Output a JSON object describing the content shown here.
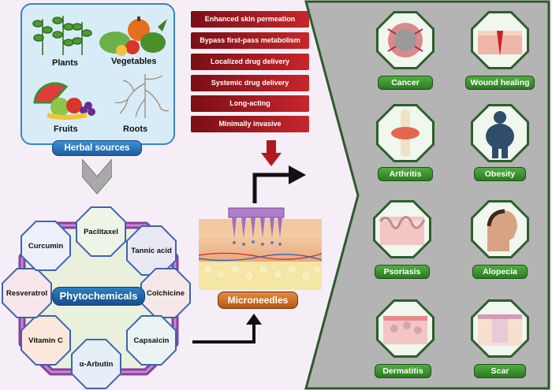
{
  "herbal": {
    "title": "Herbal sources",
    "items": [
      "Plants",
      "Vegetables",
      "Fruits",
      "Roots"
    ]
  },
  "benefits": [
    "Enhanced skin permeation",
    "Bypass first-pass metabolism",
    "Localized drug delivery",
    "Systemic drug delivery",
    "Long-acting",
    "Minimally invasive"
  ],
  "phytochemicals": {
    "title": "Phytochemicals",
    "items": [
      "Paclitaxel",
      "Tannic acid",
      "Colchicine",
      "Capsaicin",
      "α-Arbutin",
      "Vitamin C",
      "Resveratrol",
      "Curcumin"
    ]
  },
  "microneedles": {
    "title": "Microneedles"
  },
  "applications": [
    "Cancer",
    "Wound healing",
    "Arthritis",
    "Obesity",
    "Psoriasis",
    "Alopecia",
    "Dermatitis",
    "Scar"
  ],
  "colors": {
    "herbal_border": "#3b83c4",
    "benefit_red": "#b01d23",
    "panel_gray": "#b4b4b4",
    "label_green": "#3f9a33",
    "octagon_blue": "#3d63b6",
    "ring_purple": "#8a3f9e"
  }
}
